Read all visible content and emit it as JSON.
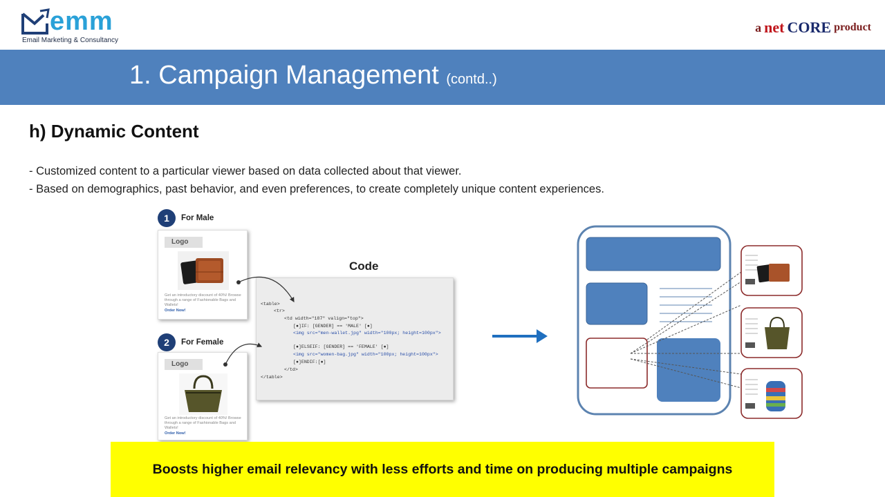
{
  "header": {
    "brand": {
      "word": "emm",
      "tagline": "Email Marketing & Consultancy"
    },
    "partner": {
      "prefix": "a",
      "net": "net",
      "core": "CORE",
      "suffix": "product"
    }
  },
  "title": {
    "main": "1. Campaign Management",
    "suffix": "(contd..)"
  },
  "section": {
    "heading": "h) Dynamic Content"
  },
  "description": [
    " - Customized content to a particular viewer based on data collected about that viewer.",
    " - Based on demographics, past behavior, and even preferences,  to create completely unique content experiences."
  ],
  "illustration": {
    "step1": {
      "number": "1",
      "label": "For Male"
    },
    "step2": {
      "number": "2",
      "label": "For Female"
    },
    "card_logo": "Logo",
    "card_promo": "Get an introductory discount of 40%! Browse through a range of Fashionable Bags and Wallets!",
    "card_cta": "Order Now!",
    "code_label": "Code",
    "code_lines": [
      "<table>",
      "<tr>",
      "<td width=\"187\" valign=\"top\">",
      "[●]IF: [GENDER] == 'MALE' [●]",
      "<img src=\"men-wallet.jpg\" width=\"100px; height=100px\">",
      "[●]ELSEIF: [GENDER] == 'FEMALE' [●]",
      "<img src=\"women-bag.jpg\" width=\"100px; height=100px\">",
      "[●]ENDIF:[●]",
      "</td>",
      "</table>"
    ]
  },
  "banner": {
    "text": "Boosts higher email relevancy with less efforts and time on producing multiple campaigns"
  },
  "colors": {
    "title_band": "#4f81bd",
    "banner": "#ffff00",
    "step_badge": "#1f3f77",
    "brand_blue": "#2aa1d8",
    "block_blue": "#4f81bd",
    "arrow_blue": "#1f6fbf",
    "slot_border": "#8b2a2a"
  },
  "icons": [
    "envelope-check-icon",
    "wallet-icon",
    "handbag-icon",
    "backpack-icon",
    "right-arrow-icon"
  ]
}
